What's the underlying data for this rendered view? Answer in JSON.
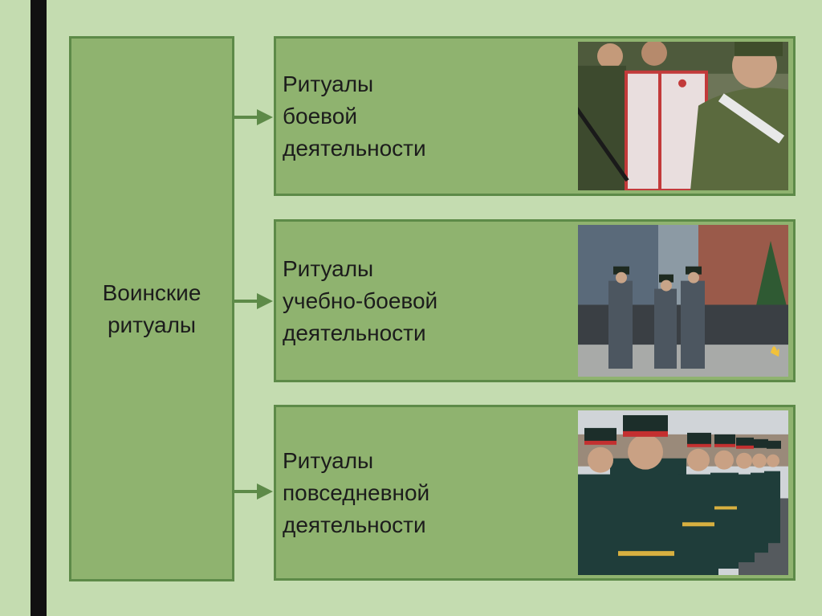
{
  "diagram": {
    "root_label_line1": "Воинские",
    "root_label_line2": "ритуалы",
    "categories": [
      {
        "lines": [
          "Ритуалы",
          "боевой",
          "деятельности"
        ]
      },
      {
        "lines": [
          "Ритуалы",
          "учебно-боевой",
          "деятельности"
        ]
      },
      {
        "lines": [
          "Ритуалы",
          "повседневной",
          "деятельности"
        ]
      }
    ]
  },
  "colors": {
    "background": "#c4dcb0",
    "box_fill": "#8fb36f",
    "box_border": "#5d8a48",
    "arrow": "#5d8a48",
    "side_bar": "#111111"
  }
}
